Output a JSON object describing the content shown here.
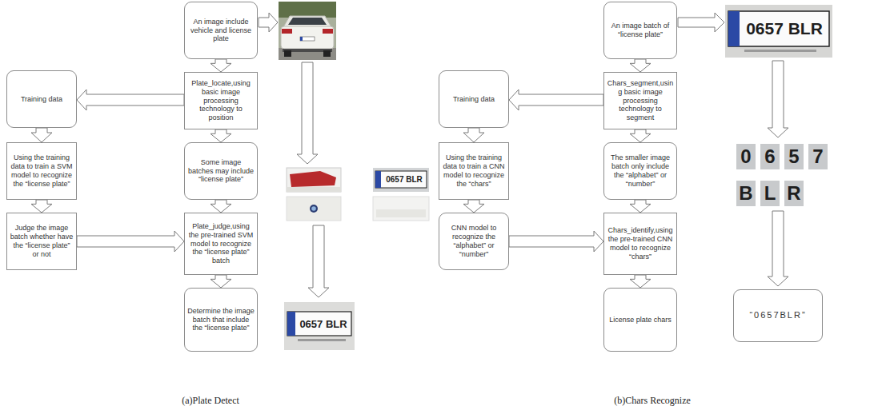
{
  "diagram": {
    "nodes": [
      {
        "text": [
          "An image include vehicle and license plate"
        ]
      },
      {
        "text": [
          "Plate_locate,using basic image processing technology to position"
        ]
      },
      {
        "text": [
          "Training data"
        ]
      },
      {
        "text": [
          "Some image batches may include “license plate”"
        ]
      },
      {
        "text": [
          "Using the training data to train a SVM model to recognize the “license plate”"
        ]
      },
      {
        "text": [
          "Judge the image batch whether have the “license plate” or not"
        ]
      },
      {
        "text": [
          "Plate_judge,using the pre-trained SVM model to recognize the “license plate” batch"
        ]
      },
      {
        "text": [
          "Determine the image batch that include the “license plate”"
        ]
      },
      {
        "text": [
          "An image batch of “license plate”"
        ]
      },
      {
        "text": [
          "Chars_segment,using basic image processing technology to segment"
        ]
      },
      {
        "text": [
          "Training data"
        ]
      },
      {
        "text": [
          "The smaller image batch only include the “alphabet” or “number”"
        ]
      },
      {
        "text": [
          "Using the training data to train a CNN model to recognize the “chars”"
        ]
      },
      {
        "text": [
          "CNN model to recognize the “alphabet” or “number”"
        ]
      },
      {
        "text": [
          "Chars_identify,using the pre-trained CNN model to recognize “chars”"
        ]
      },
      {
        "text": [
          "License plate chars"
        ]
      },
      {
        "text": [
          "“0657BLR”"
        ]
      }
    ],
    "edges": [
      {
        "from": 0,
        "to": 1,
        "arrow": "to"
      },
      {
        "from": 1,
        "to": 2,
        "arrow": "to"
      },
      {
        "from": 1,
        "to": 3,
        "arrow": "to"
      },
      {
        "from": 2,
        "to": 4,
        "arrow": "to"
      },
      {
        "from": 4,
        "to": 5,
        "arrow": "to"
      },
      {
        "from": 5,
        "to": 6,
        "arrow": "to"
      },
      {
        "from": 3,
        "to": 6,
        "arrow": "to"
      },
      {
        "from": 6,
        "to": 7,
        "arrow": "to"
      },
      {
        "from": 8,
        "to": 9,
        "arrow": "to"
      },
      {
        "from": 9,
        "to": 10,
        "arrow": "to"
      },
      {
        "from": 9,
        "to": 11,
        "arrow": "to"
      },
      {
        "from": 10,
        "to": 12,
        "arrow": "to"
      },
      {
        "from": 12,
        "to": 13,
        "arrow": "to"
      },
      {
        "from": 13,
        "to": 14,
        "arrow": "to"
      },
      {
        "from": 11,
        "to": 14,
        "arrow": "to"
      },
      {
        "from": 14,
        "to": 15,
        "arrow": "to"
      }
    ],
    "labels": [
      "0657 BLR",
      "0657 BLR",
      "(a)Plate Detect",
      "0657 BLR",
      "0",
      "6",
      "5",
      "7",
      "B",
      "L",
      "R",
      "(b)Chars Recognize"
    ]
  }
}
